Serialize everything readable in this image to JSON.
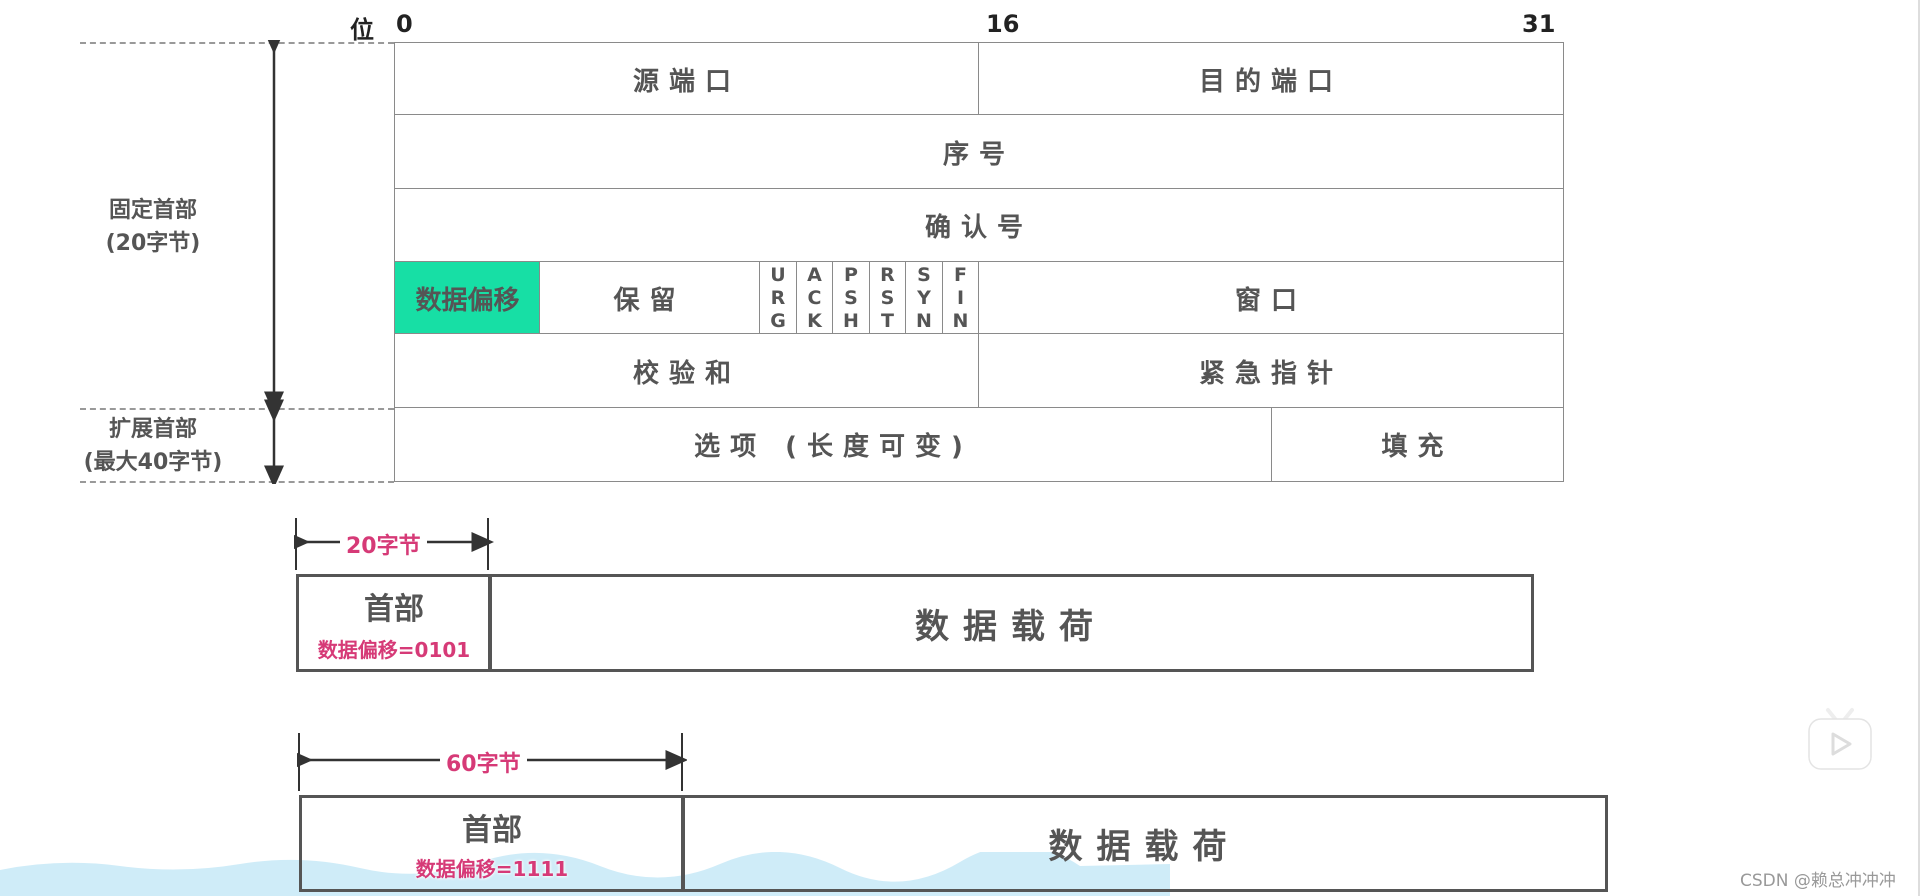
{
  "bit_axis": {
    "label": "位",
    "start": "0",
    "mid": "16",
    "end": "31"
  },
  "header": {
    "src_port": "源端口",
    "dst_port": "目的端口",
    "seq": "序号",
    "ack": "确认号",
    "data_offset": "数据偏移",
    "reserved": "保留",
    "flags": [
      {
        "name": "URG",
        "letters": [
          "U",
          "R",
          "G"
        ]
      },
      {
        "name": "ACK",
        "letters": [
          "A",
          "C",
          "K"
        ]
      },
      {
        "name": "PSH",
        "letters": [
          "P",
          "S",
          "H"
        ]
      },
      {
        "name": "RST",
        "letters": [
          "R",
          "S",
          "T"
        ]
      },
      {
        "name": "SYN",
        "letters": [
          "S",
          "Y",
          "N"
        ]
      },
      {
        "name": "FIN",
        "letters": [
          "F",
          "I",
          "N"
        ]
      }
    ],
    "window": "窗口",
    "checksum": "校验和",
    "urgent_ptr": "紧急指针",
    "options": "选项 (长度可变)",
    "padding": "填充"
  },
  "side_labels": {
    "fixed_1": "固定首部",
    "fixed_2": "(20字节)",
    "ext_1": "扩展首部",
    "ext_2": "(最大40字节)"
  },
  "example1": {
    "width_label": "20字节",
    "header": "首部",
    "offset": "数据偏移=0101",
    "payload": "数据载荷"
  },
  "example2": {
    "width_label": "60字节",
    "header": "首部",
    "offset": "数据偏移=1111",
    "payload": "数据载荷"
  },
  "colors": {
    "data_offset_fill": "#17dfa5",
    "highlight_text": "#d63a77"
  },
  "watermark": "CSDN @赖总冲冲冲",
  "play_icon": "tv-play-icon"
}
